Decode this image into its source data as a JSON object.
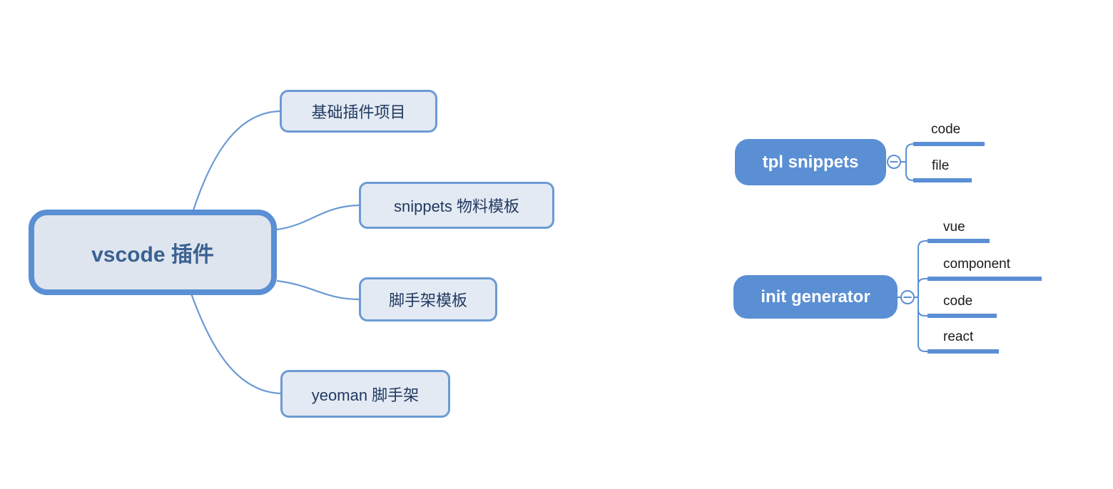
{
  "colors": {
    "accent_blue": "#5A8FD4",
    "branch_line": "#6B9AD3",
    "root_fill": "#DEE5EF",
    "child_fill": "#E4EAF3",
    "root_text": "#3A6191",
    "child_text": "#203A61",
    "leaf_text": "#1B1B1D",
    "blue_node_text": "#FFFFFF",
    "canvas_background": "#FFFFFF"
  },
  "left_map": {
    "root": {
      "label": "vscode 插件"
    },
    "children": [
      {
        "label": "基础插件项目"
      },
      {
        "label": "snippets 物料模板"
      },
      {
        "label": "脚手架模板"
      },
      {
        "label": "yeoman 脚手架"
      }
    ]
  },
  "right_fragments": [
    {
      "label": "tpl snippets",
      "collapse_icon": "minus",
      "children": [
        {
          "label": "code"
        },
        {
          "label": "file"
        }
      ]
    },
    {
      "label": "init generator",
      "collapse_icon": "minus",
      "children": [
        {
          "label": "vue"
        },
        {
          "label": "component"
        },
        {
          "label": "code"
        },
        {
          "label": "react"
        }
      ]
    }
  ]
}
